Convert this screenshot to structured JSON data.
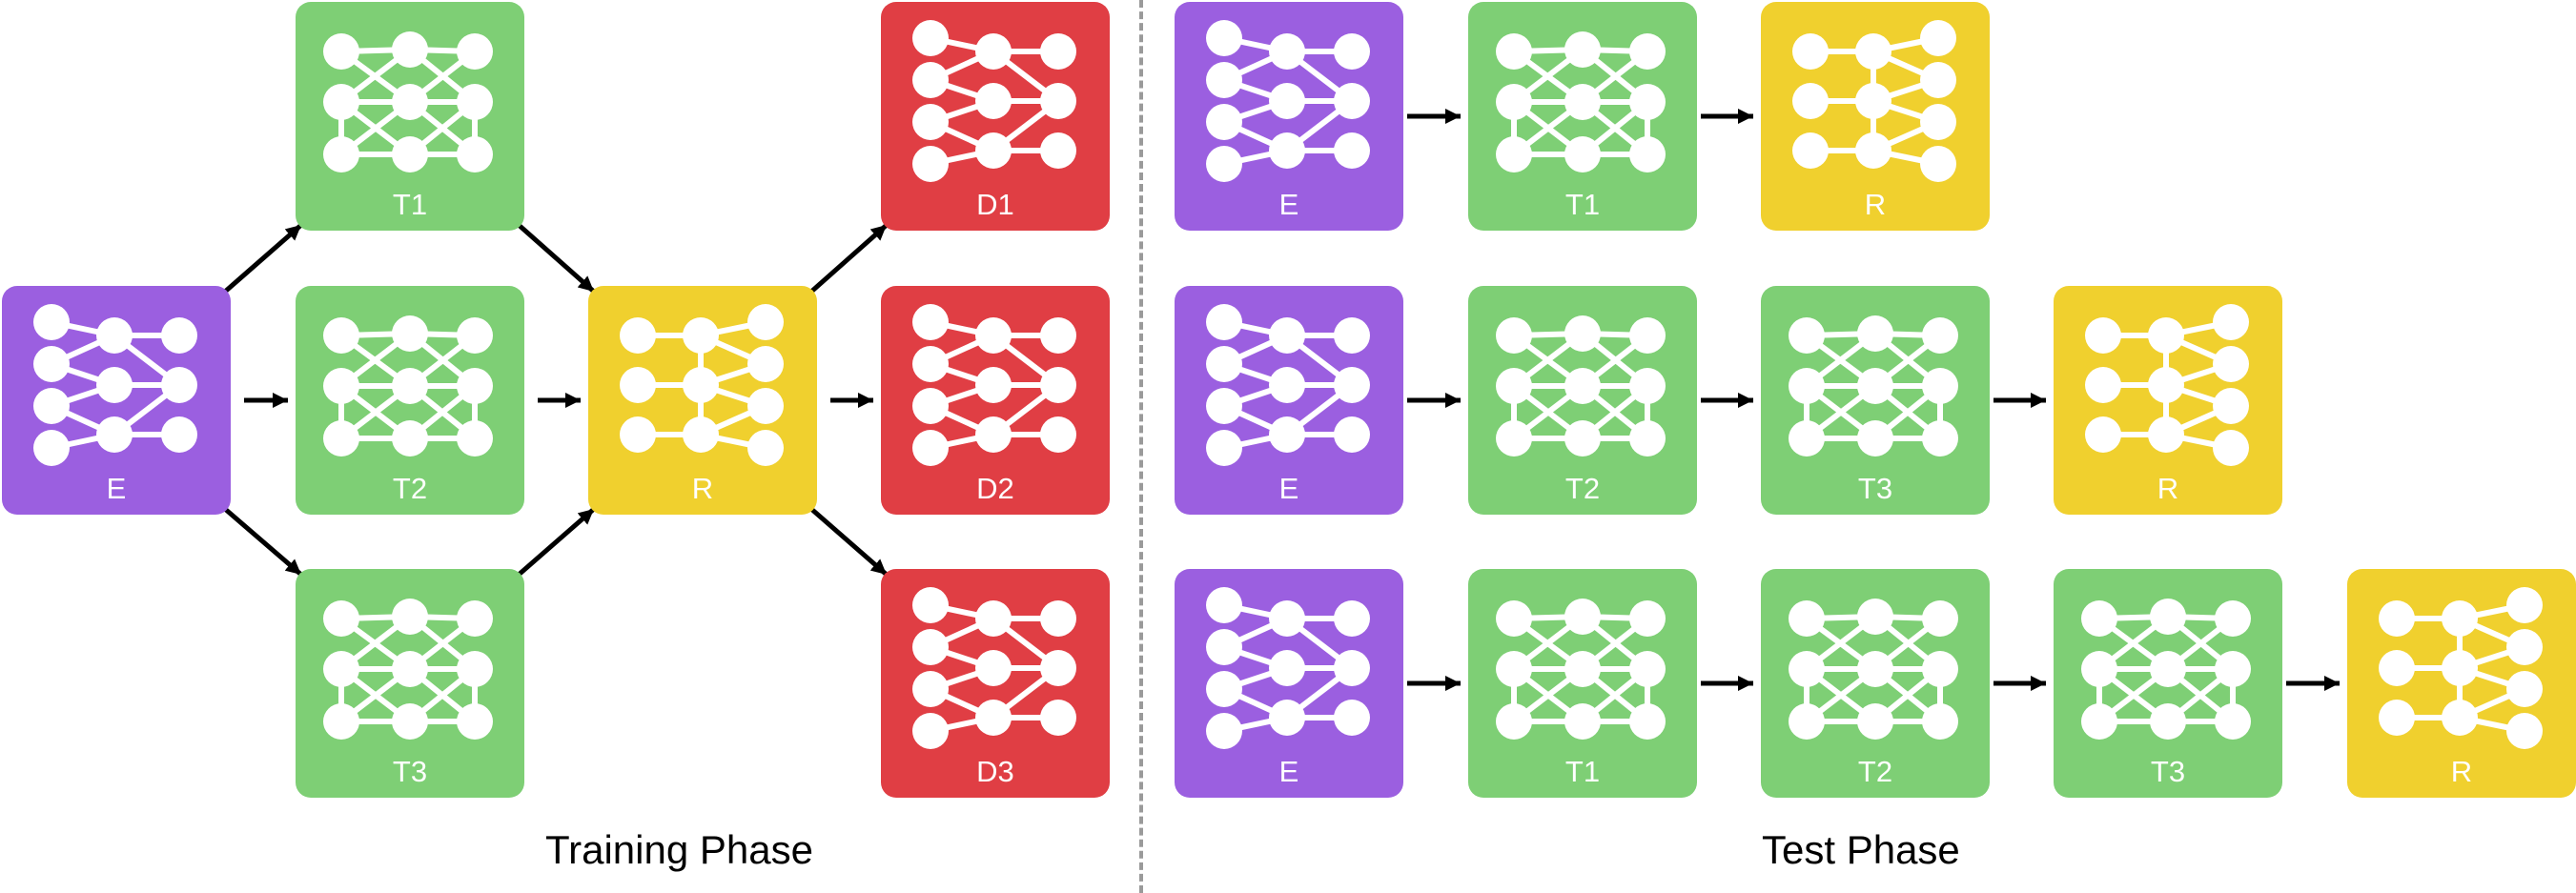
{
  "colors": {
    "encoder": "#9b5fe0",
    "transformer": "#7ecf75",
    "reconstructor": "#f0d02e",
    "discriminator": "#e03e44",
    "arrow": "#000000"
  },
  "training": {
    "title": "Training Phase",
    "blocks": [
      {
        "id": "E",
        "label": "E",
        "kind": "encoder"
      },
      {
        "id": "T1",
        "label": "T1",
        "kind": "transformer"
      },
      {
        "id": "T2",
        "label": "T2",
        "kind": "transformer"
      },
      {
        "id": "T3",
        "label": "T3",
        "kind": "transformer"
      },
      {
        "id": "R",
        "label": "R",
        "kind": "reconstructor"
      },
      {
        "id": "D1",
        "label": "D1",
        "kind": "discriminator"
      },
      {
        "id": "D2",
        "label": "D2",
        "kind": "discriminator"
      },
      {
        "id": "D3",
        "label": "D3",
        "kind": "discriminator"
      }
    ],
    "edges": [
      [
        "E",
        "T1"
      ],
      [
        "E",
        "T2"
      ],
      [
        "E",
        "T3"
      ],
      [
        "T1",
        "R"
      ],
      [
        "T2",
        "R"
      ],
      [
        "T3",
        "R"
      ],
      [
        "R",
        "D1"
      ],
      [
        "R",
        "D2"
      ],
      [
        "R",
        "D3"
      ]
    ]
  },
  "test": {
    "title": "Test Phase",
    "rows": [
      [
        {
          "label": "E",
          "kind": "encoder"
        },
        {
          "label": "T1",
          "kind": "transformer"
        },
        {
          "label": "R",
          "kind": "reconstructor"
        }
      ],
      [
        {
          "label": "E",
          "kind": "encoder"
        },
        {
          "label": "T2",
          "kind": "transformer"
        },
        {
          "label": "T3",
          "kind": "transformer"
        },
        {
          "label": "R",
          "kind": "reconstructor"
        }
      ],
      [
        {
          "label": "E",
          "kind": "encoder"
        },
        {
          "label": "T1",
          "kind": "transformer"
        },
        {
          "label": "T2",
          "kind": "transformer"
        },
        {
          "label": "T3",
          "kind": "transformer"
        },
        {
          "label": "R",
          "kind": "reconstructor"
        }
      ]
    ]
  }
}
